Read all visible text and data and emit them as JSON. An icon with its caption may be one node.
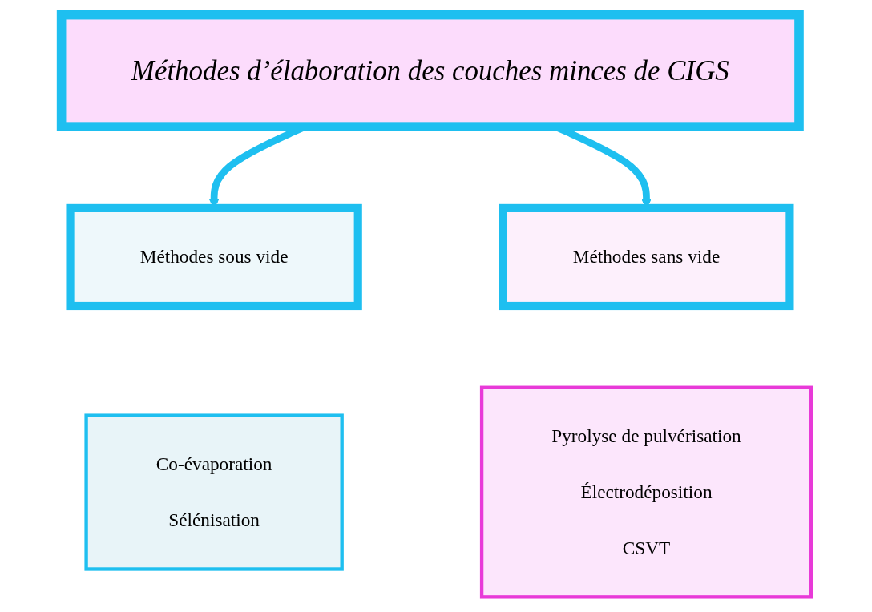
{
  "diagram": {
    "nodes": [
      {
        "text": [
          "Méthodes d’élaboration des couches minces de CIGS"
        ]
      },
      {
        "text": [
          "Méthodes sous vide"
        ]
      },
      {
        "text": [
          "Méthodes sans vide"
        ]
      },
      {
        "text": [
          "Co-évaporation",
          "Sélénisation"
        ]
      },
      {
        "text": [
          "Pyrolyse de pulvérisation",
          "Électrodéposition",
          "CSVT"
        ]
      }
    ],
    "edges": [
      {
        "from": 0,
        "to": 1,
        "arrow": "to"
      },
      {
        "from": 0,
        "to": 2,
        "arrow": "to"
      }
    ]
  }
}
